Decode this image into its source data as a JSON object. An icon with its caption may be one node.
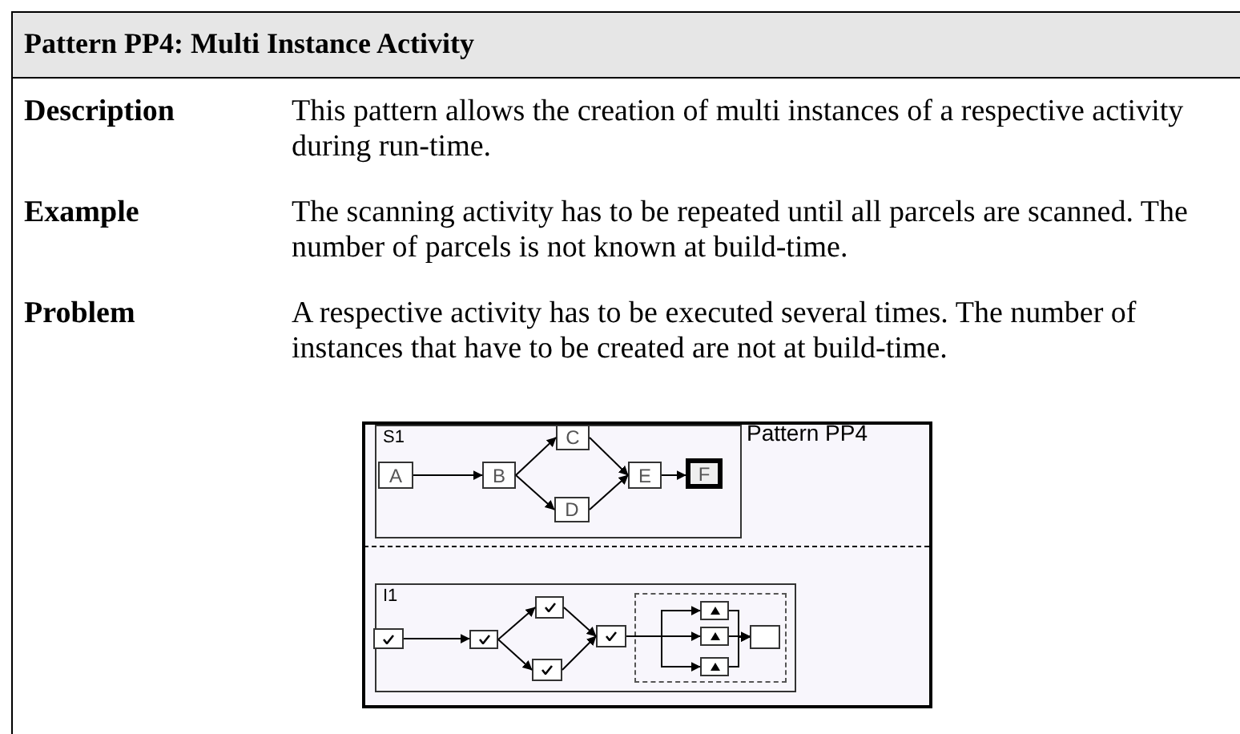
{
  "diagram": {
    "title": "Pattern PP4: Multi Instance Activity",
    "nodes": [
      {
        "text": [
          "S1"
        ]
      },
      {
        "text": [
          "A"
        ],
        "in": 0
      },
      {
        "text": [
          "B"
        ],
        "in": 0
      },
      {
        "text": [
          "C"
        ],
        "in": 0
      },
      {
        "text": [
          "D"
        ],
        "in": 0
      },
      {
        "text": [
          "E"
        ],
        "in": 0
      },
      {
        "text": [
          "F"
        ],
        "in": 0
      },
      {
        "text": [
          "I1"
        ]
      },
      {
        "text": [],
        "shape": "box",
        "in": 7
      },
      {
        "text": [],
        "shape": "box",
        "in": 7
      },
      {
        "text": [],
        "shape": "box",
        "in": 7
      },
      {
        "text": [],
        "shape": "box",
        "in": 7
      },
      {
        "text": [],
        "shape": "box",
        "in": 7
      },
      {
        "text": [],
        "shape": "box",
        "in": 7
      },
      {
        "text": [],
        "shape": "box",
        "in": 13
      },
      {
        "text": [],
        "shape": "box",
        "in": 13
      },
      {
        "text": [],
        "shape": "box",
        "in": 13
      },
      {
        "text": [],
        "shape": "box",
        "in": 13
      }
    ],
    "edges": [
      {
        "from": 1,
        "to": 2,
        "arrow": "to"
      },
      {
        "from": 2,
        "to": 3,
        "arrow": "to"
      },
      {
        "from": 2,
        "to": 4,
        "arrow": "to"
      },
      {
        "from": 3,
        "to": 5,
        "arrow": "to"
      },
      {
        "from": 4,
        "to": 5,
        "arrow": "to"
      },
      {
        "from": 5,
        "to": 6,
        "arrow": "to"
      },
      {
        "from": 8,
        "to": 9,
        "arrow": "to"
      },
      {
        "from": 9,
        "to": 10,
        "arrow": "to"
      },
      {
        "from": 9,
        "to": 11,
        "arrow": "to"
      },
      {
        "from": 10,
        "to": 12,
        "arrow": "to"
      },
      {
        "from": 11,
        "to": 12,
        "arrow": "to"
      },
      {
        "from": 12,
        "to": 14,
        "arrow": "to"
      },
      {
        "from": 12,
        "to": 15,
        "arrow": "to"
      },
      {
        "from": 12,
        "to": 16,
        "arrow": "to"
      },
      {
        "from": 14,
        "to": 17,
        "arrow": "to"
      },
      {
        "from": 15,
        "to": 17,
        "arrow": "to"
      },
      {
        "from": 16,
        "to": 17,
        "arrow": "to"
      }
    ],
    "labels": [
      "Description",
      "This pattern allows the creation of multi instances of a respective activity during run-time.",
      "Example",
      "The scanning activity has to be repeated until all parcels are scanned. The number of parcels is not known at build-time.",
      "Problem",
      "A respective activity has to be executed several times. The number of instances that have to be created are not at build-time.",
      "Pattern PP4"
    ]
  }
}
